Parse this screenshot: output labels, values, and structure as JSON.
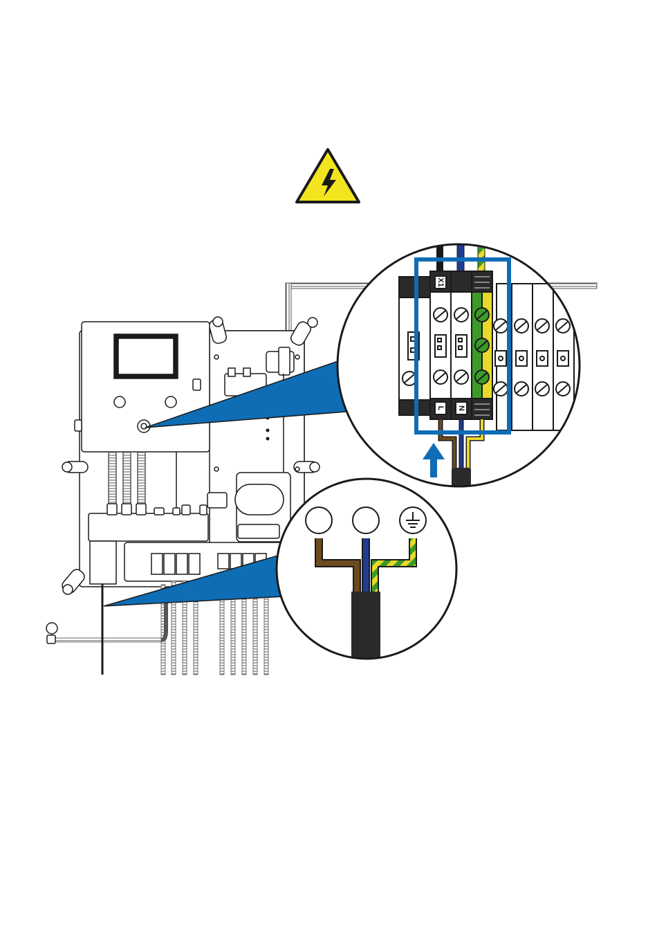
{
  "colors": {
    "warning_yellow": "#f2e51f",
    "callout_blue": "#0f6db5",
    "wire_brown": "#6b4a1e",
    "wire_blue": "#1f3c8f",
    "wire_green": "#3c9a2a",
    "wire_yellow": "#e8d92b",
    "cable_black": "#2a2a2a",
    "outline": "#1a1a1a"
  },
  "icons": {
    "warning": "high-voltage-warning-icon",
    "ground": "protective-earth-icon",
    "arrow": "arrow-up-icon"
  },
  "terminals": {
    "block_label": "X1",
    "live": "L",
    "neutral": "N"
  }
}
